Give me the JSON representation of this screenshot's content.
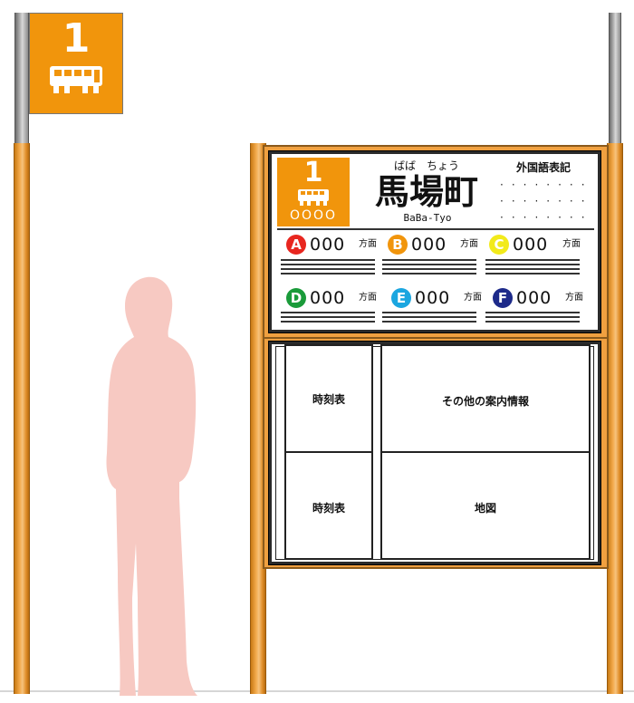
{
  "pole_sign": {
    "number": "1",
    "icon": "bus-icon",
    "color": "#f1950c"
  },
  "main_sign": {
    "badge": {
      "number": "1",
      "icon": "bus-icon",
      "code": "OOOO",
      "color": "#f1950c"
    },
    "stop_name_kana": "ばば　ちょう",
    "stop_name": "馬場町",
    "stop_name_roman": "BaBa-Tyo",
    "foreign_label": "外国語表記",
    "destinations": [
      {
        "letter": "A",
        "number": "000",
        "suffix": "方面",
        "color": "#e8261f"
      },
      {
        "letter": "B",
        "number": "000",
        "suffix": "方面",
        "color": "#f1950c"
      },
      {
        "letter": "C",
        "number": "000",
        "suffix": "方面",
        "color": "#f2ea1b"
      },
      {
        "letter": "D",
        "number": "000",
        "suffix": "方面",
        "color": "#1a9b3a"
      },
      {
        "letter": "E",
        "number": "000",
        "suffix": "方面",
        "color": "#1ba6e0"
      },
      {
        "letter": "F",
        "number": "000",
        "suffix": "方面",
        "color": "#1d2a8a"
      }
    ]
  },
  "info_board": {
    "timetable_top": "時刻表",
    "other_info": "その他の案内情報",
    "timetable_bottom": "時刻表",
    "map": "地図"
  },
  "person_color": "#f7c9c2"
}
